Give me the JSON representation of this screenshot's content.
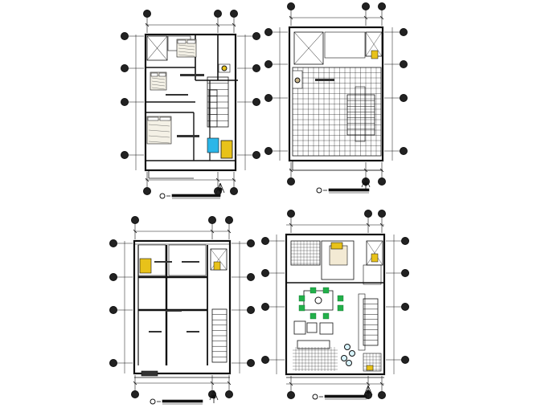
{
  "sheet": {
    "plans": [
      {
        "id": "plan-top-left",
        "title_bar": true
      },
      {
        "id": "plan-top-right",
        "title_bar": true
      },
      {
        "id": "plan-bottom-left",
        "title_bar": true
      },
      {
        "id": "plan-bottom-right",
        "title_bar": true
      }
    ],
    "colors": {
      "ink": "#111111",
      "accent_yellow": "#e8c21a",
      "accent_blue": "#2bb6e8",
      "accent_green": "#22b04a",
      "accent_tan": "#c9b58a"
    }
  }
}
